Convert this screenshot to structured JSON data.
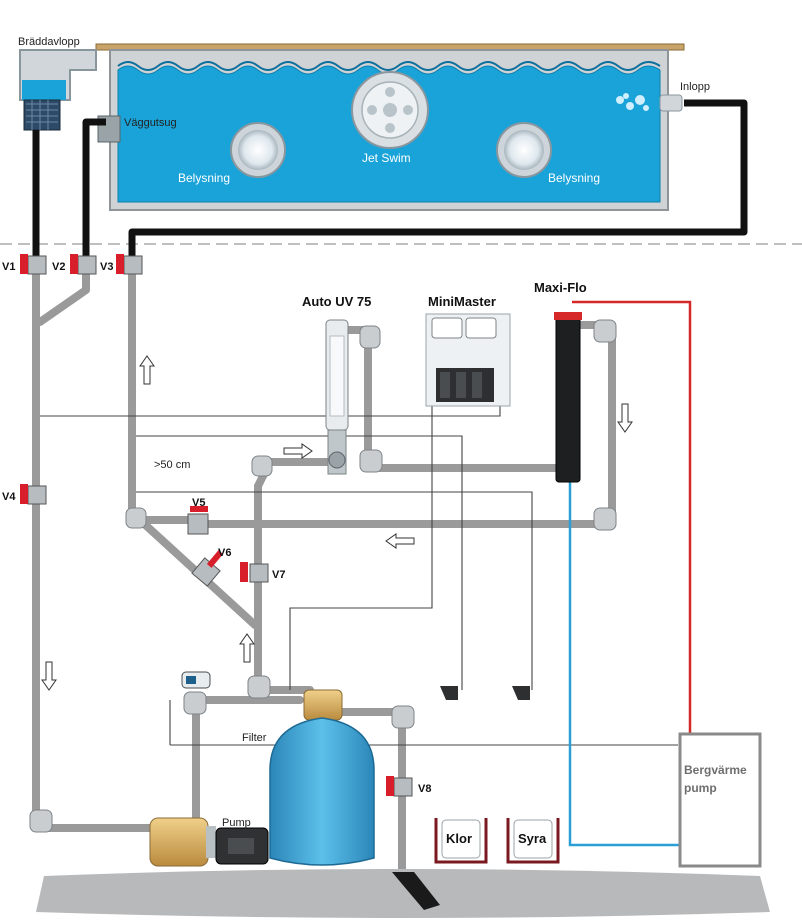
{
  "labels": {
    "overflow": "Bräddavlopp",
    "wall_suction": "Väggutsug",
    "inlet": "Inlopp",
    "jet_swim": "Jet Swim",
    "lighting_left": "Belysning",
    "lighting_right": "Belysning",
    "auto_uv": "Auto UV 75",
    "minimaster": "MiniMaster",
    "maxiflo": "Maxi-Flo",
    "distance": ">50 cm",
    "filter": "Filter",
    "pump": "Pump",
    "heat_pump_line1": "Bergvärme",
    "heat_pump_line2": "pump",
    "chlorine": "Klor",
    "acid": "Syra"
  },
  "valves": {
    "v1": "V1",
    "v2": "V2",
    "v3": "V3",
    "v4": "V4",
    "v5": "V5",
    "v6": "V6",
    "v7": "V7",
    "v8": "V8"
  },
  "colors": {
    "pool_water": "#1aa3d8",
    "pipe": "#9a9a9a",
    "black_hose": "#111111",
    "valve_handle": "#d81e2a",
    "hot_line": "#d62828",
    "cold_line": "#2a9fd6",
    "filter_tank": "#3aa0d0",
    "pump_body": "#d9b06a"
  }
}
